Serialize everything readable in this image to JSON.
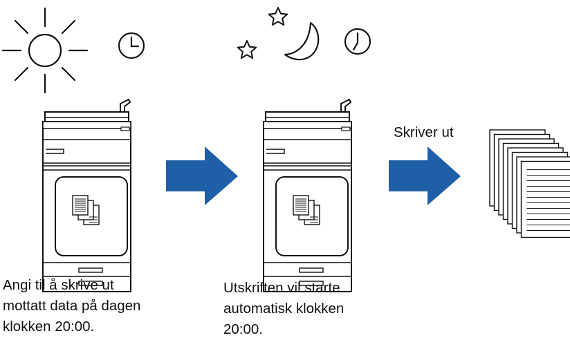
{
  "steps": [
    {
      "caption_lines": [
        "Angi til å skrive ut",
        "mottatt data på dagen",
        "klokken 20:00."
      ],
      "time_of_day_icon": "sun-icon",
      "clock_icon": "clock-icon"
    },
    {
      "caption_lines": [
        "Utskriften vil starte",
        "automatisk klokken",
        "20:00."
      ],
      "time_of_day_icon": "moon-stars-icon",
      "clock_icon": "clock-icon"
    }
  ],
  "output": {
    "label": "Skriver ut",
    "icon": "paper-stack-icon"
  },
  "colors": {
    "arrow": "#1f5fa8",
    "line": "#111111"
  }
}
